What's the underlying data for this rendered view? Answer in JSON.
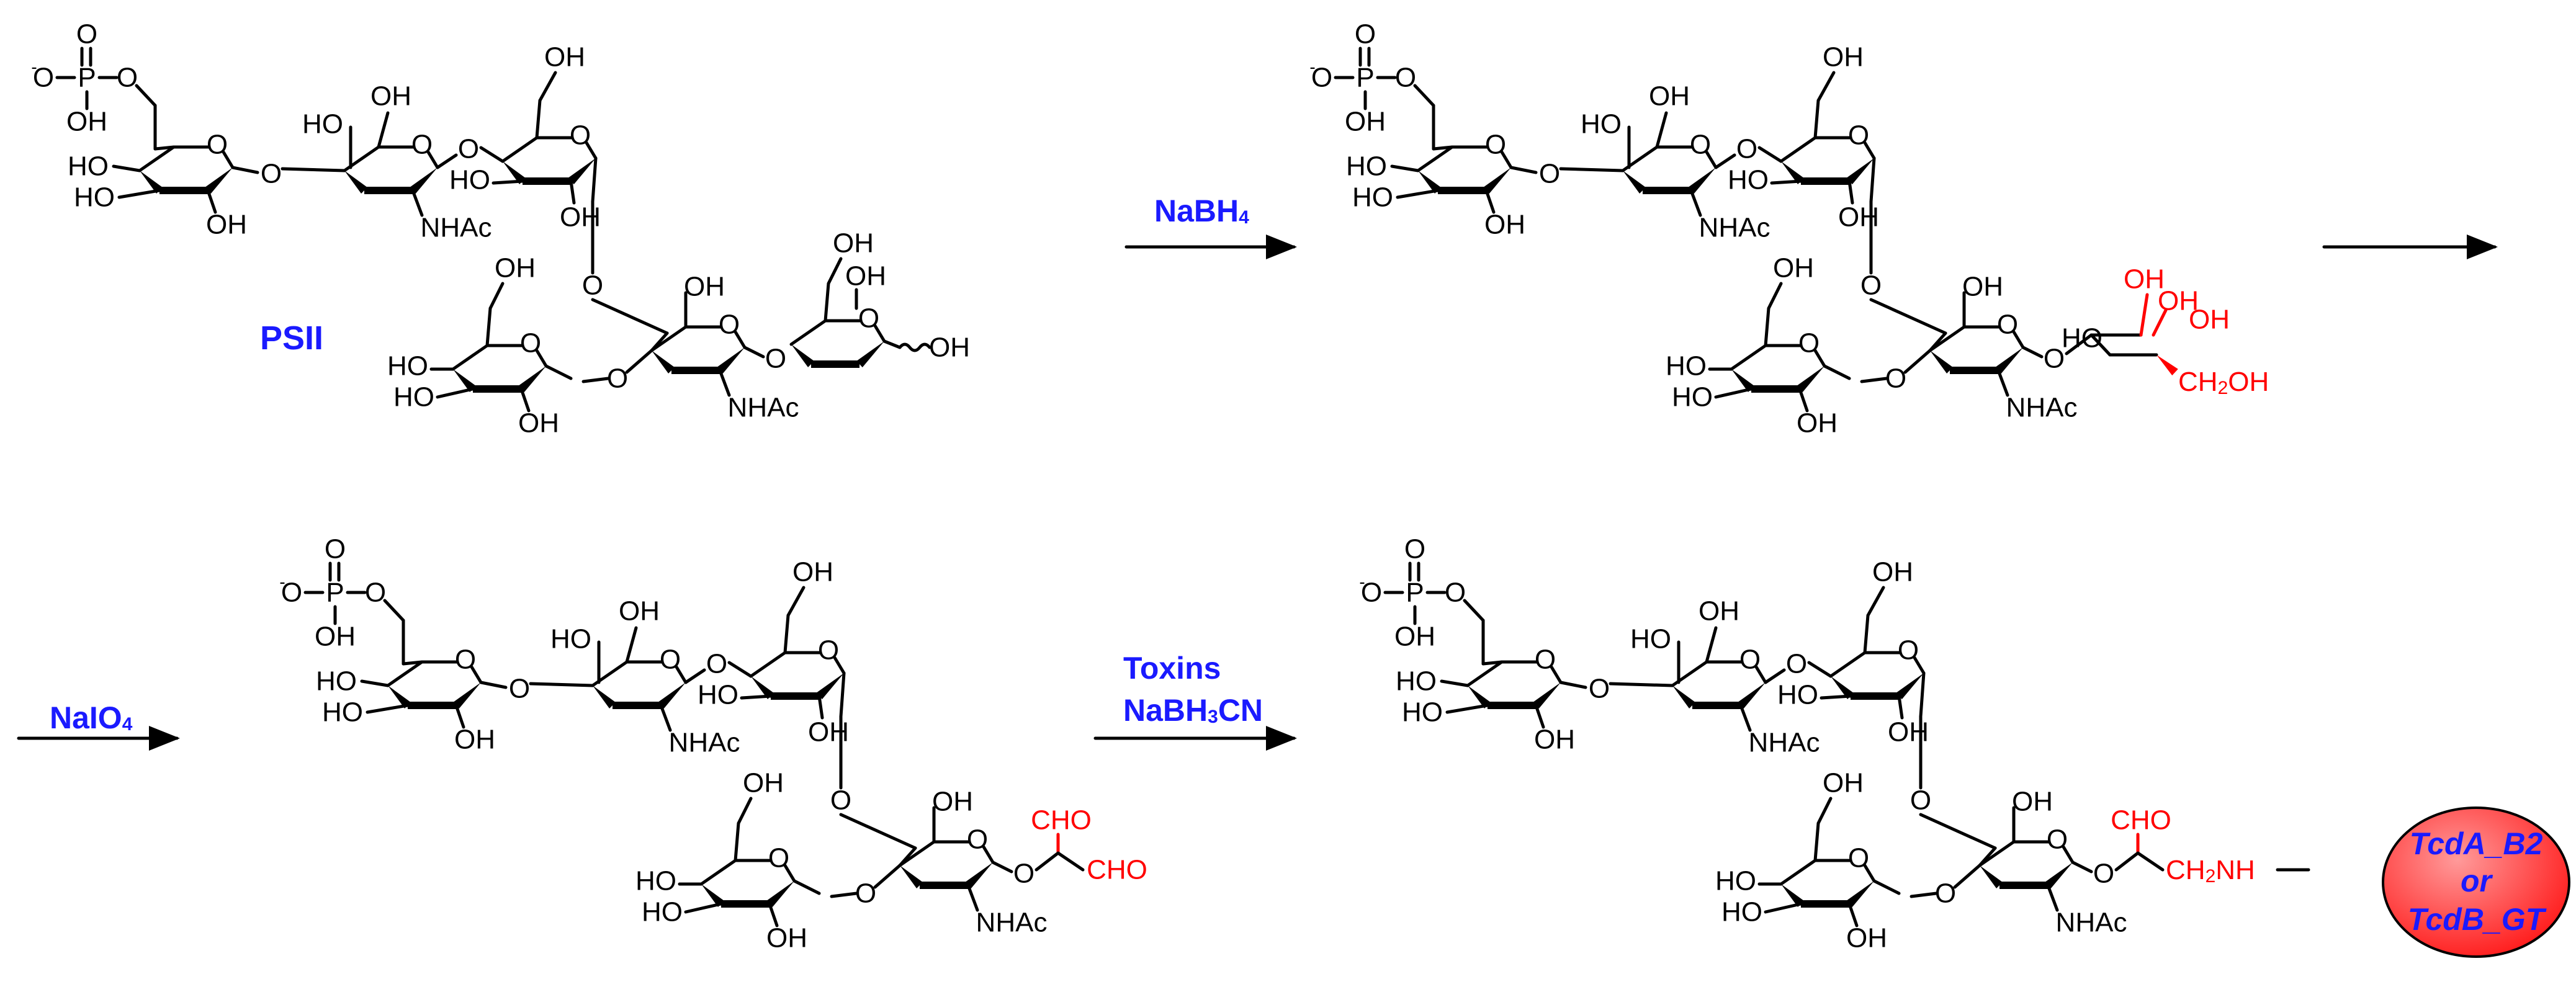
{
  "colors": {
    "reagent": "#1a1aff",
    "modified": "#ff0000",
    "toxin_fill": "#ff1a1a",
    "toxin_text": "#1a1aff"
  },
  "labels": {
    "OH": "OH",
    "HO": "HO",
    "NHAc": "NHAc",
    "O": "O",
    "P": "P",
    "minus": "-",
    "CHO": "CHO",
    "CH": "CH",
    "two": "2",
    "NH": "NH",
    "OH_red": "OH"
  },
  "compound": {
    "name": "PSII"
  },
  "reagents": {
    "step1": {
      "main": "NaBH",
      "sub": "4"
    },
    "step3": {
      "main": "NaIO",
      "sub": "4"
    },
    "step4_line1": "Toxins",
    "step4_line2_main": "NaBH",
    "step4_line2_sub": "3",
    "step4_line2_end": "CN"
  },
  "toxin": {
    "line1": "TcdA_B2",
    "line2": "or",
    "line3": "TcdB_GT"
  }
}
